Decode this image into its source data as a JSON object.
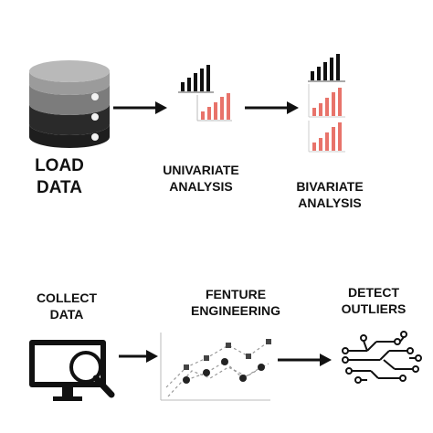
{
  "steps": {
    "load_data": [
      "LOAD",
      "DATA"
    ],
    "univariate": [
      "UNIVARIATE",
      "ANALYSIS"
    ],
    "bivariate": [
      "BIVARIATE",
      "ANALYSIS"
    ],
    "collect_data": [
      "COLLECT",
      "DATA"
    ],
    "feature_engineering": [
      "FENTURE",
      "ENGINEERING"
    ],
    "detect_outliers": [
      "DETECT",
      "OUTLIERS"
    ]
  },
  "colors": {
    "ink": "#111111",
    "bar_red": "#e8736a",
    "db_light": "#b9b9b9",
    "db_mid": "#7c7c7c",
    "db_dark": "#2a2a2a"
  },
  "icons": [
    "database-icon",
    "bar-chart-icon",
    "monitor-icon",
    "magnifier-icon",
    "scatter-line-icon",
    "circuit-icon",
    "arrow-icon"
  ]
}
